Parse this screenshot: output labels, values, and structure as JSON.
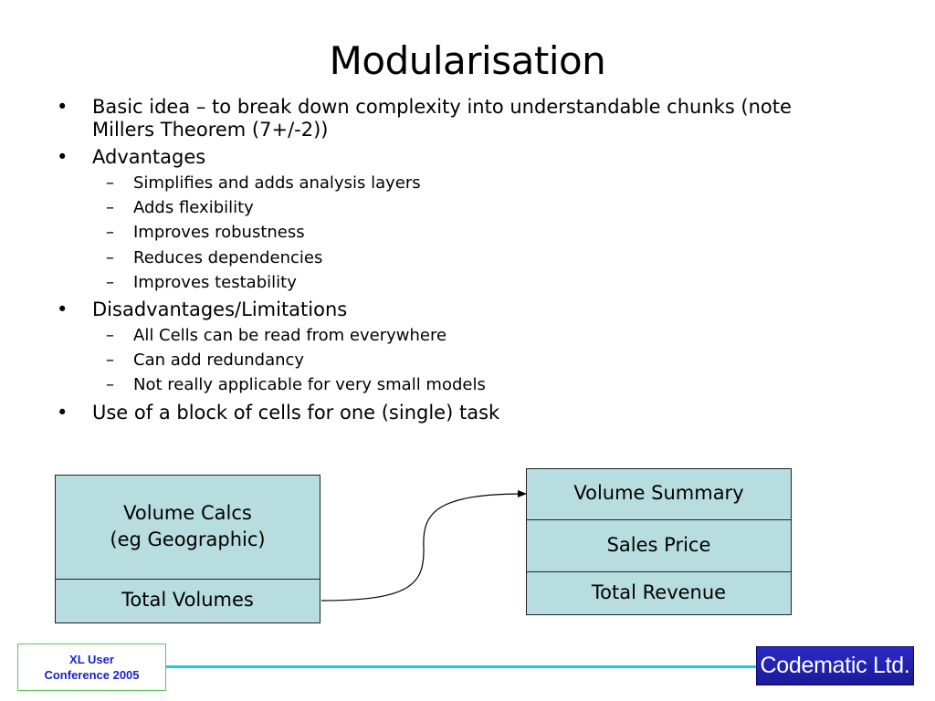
{
  "slide": {
    "title": "Modularisation"
  },
  "bullets": [
    {
      "mark": "•",
      "lines": [
        "Basic idea – to break down complexity into understandable chunks (note",
        "Millers Theorem (7+/-2))"
      ]
    },
    {
      "mark": "•",
      "text": "Advantages",
      "subitems": [
        "Simplifies and adds analysis layers",
        "Adds flexibility",
        "Improves robustness",
        "Reduces dependencies",
        "Improves testability"
      ]
    },
    {
      "mark": "•",
      "text": "Disadvantages/Limitations",
      "subitems": [
        "All Cells can be read from everywhere",
        "Can add redundancy",
        "Not really applicable for very small models"
      ]
    },
    {
      "mark": "•",
      "text": "Use of a block of cells for one (single) task"
    }
  ],
  "sub_mark": "–",
  "diagram": {
    "left_top": {
      "line1": "Volume Calcs",
      "line2": "(eg Geographic)"
    },
    "left_bottom": "Total Volumes",
    "right": [
      "Volume Summary",
      "Sales Price",
      "Total Revenue"
    ],
    "fill_color": "#b7dde0"
  },
  "footer": {
    "left_line1": "XL User",
    "left_line2": "Conference 2005",
    "logo": "Codematic Ltd.",
    "rule_color": "#1ec6e8",
    "logo_color": "#2323b8"
  }
}
